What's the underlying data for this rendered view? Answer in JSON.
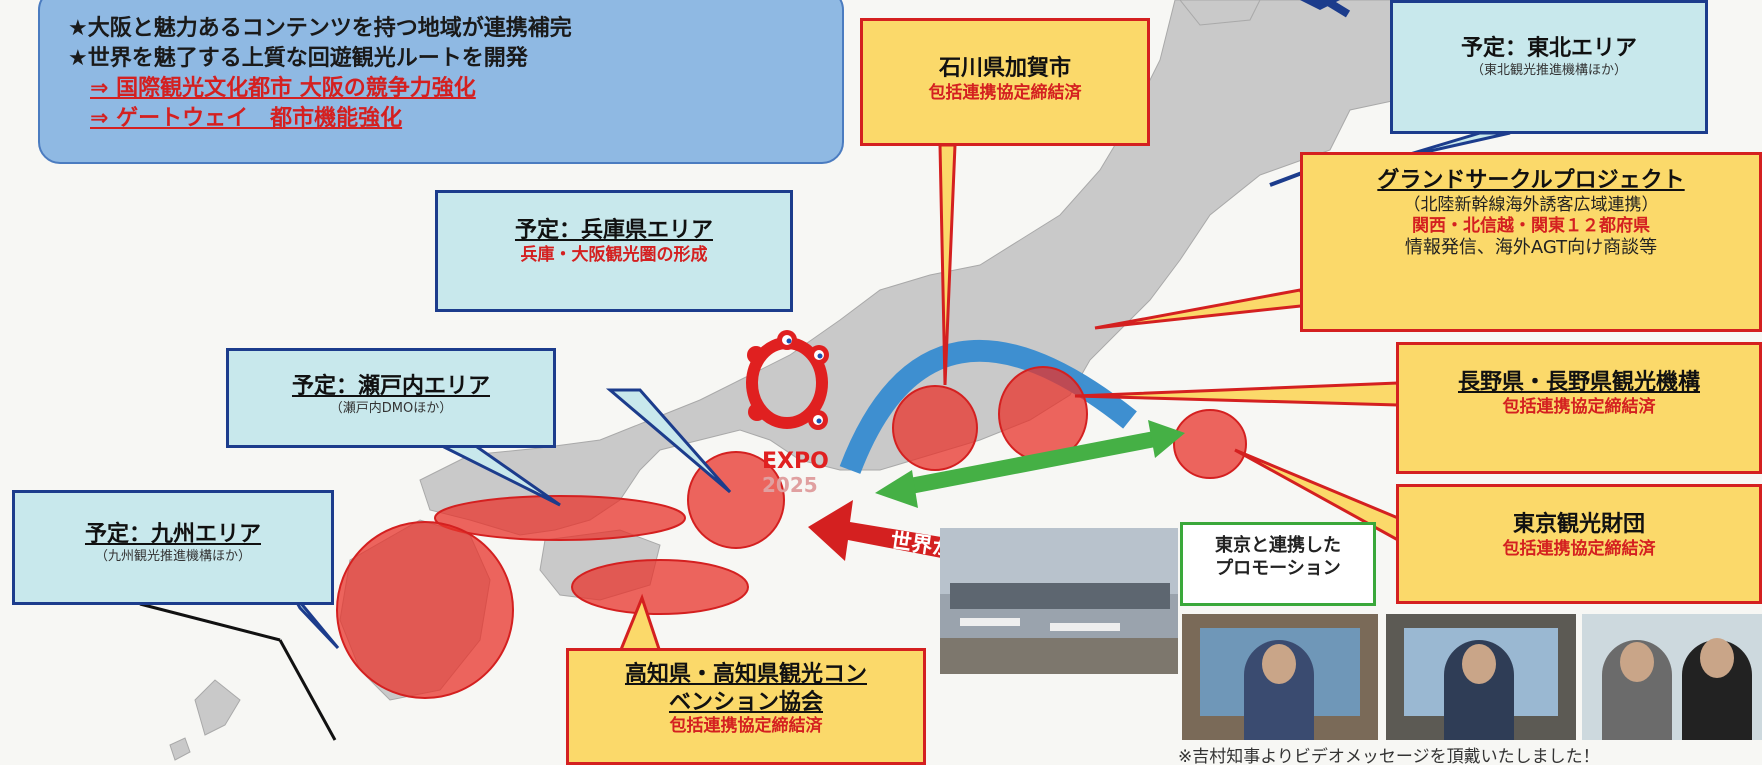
{
  "intro": {
    "line1": "★大阪と魅力あるコンテンツを持つ地域が連携補完",
    "line2": "★世界を魅了する上質な回遊観光ルートを開発",
    "link1": "⇒ 国際観光文化都市 大阪の競争力強化",
    "link2": "⇒ ゲートウェイ　都市機能強化"
  },
  "boxes": {
    "ishikawa": {
      "title": "石川県加賀市",
      "status": "包括連携協定締結済"
    },
    "tohoku": {
      "title": "予定：東北エリア",
      "sub": "（東北観光推進機構ほか）"
    },
    "grand": {
      "title": "グランドサークルプロジェクト",
      "sub": "（北陸新幹線海外誘客広域連携）",
      "red": "関西・北信越・関東１２都府県",
      "desc": "情報発信、海外AGT向け商談等"
    },
    "hyogo": {
      "title": "予定：兵庫県エリア",
      "red": "兵庫・大阪観光圏の形成"
    },
    "setouchi": {
      "title": "予定：瀬戸内エリア",
      "sub": "（瀬戸内DMOほか）"
    },
    "nagano": {
      "title": "長野県・長野県観光機構",
      "status": "包括連携協定締結済"
    },
    "kyushu": {
      "title": "予定：九州エリア",
      "sub": "（九州観光推進機構ほか）"
    },
    "tokyo": {
      "title": "東京観光財団",
      "status": "包括連携協定締結済"
    },
    "kochi": {
      "title1": "高知県・高知県観光コン",
      "title2": "ベンション協会",
      "status": "包括連携協定締結済"
    },
    "promo": {
      "line1": "東京と連携した",
      "line2": "プロモーション"
    }
  },
  "arrow_label": "世界から大阪へ！",
  "expo": {
    "line1": "EXPO",
    "line2": "2025"
  },
  "footnote": "※吉村知事よりビデオメッセージを頂戴いたしました！",
  "colors": {
    "accent_red": "#d42020",
    "navy_border": "#1c3c8c",
    "teal_box": "#c8e8ec",
    "yellow_box": "#fbd96a",
    "arc_blue": "#3e8fd0",
    "arrow_green": "#45b045"
  }
}
